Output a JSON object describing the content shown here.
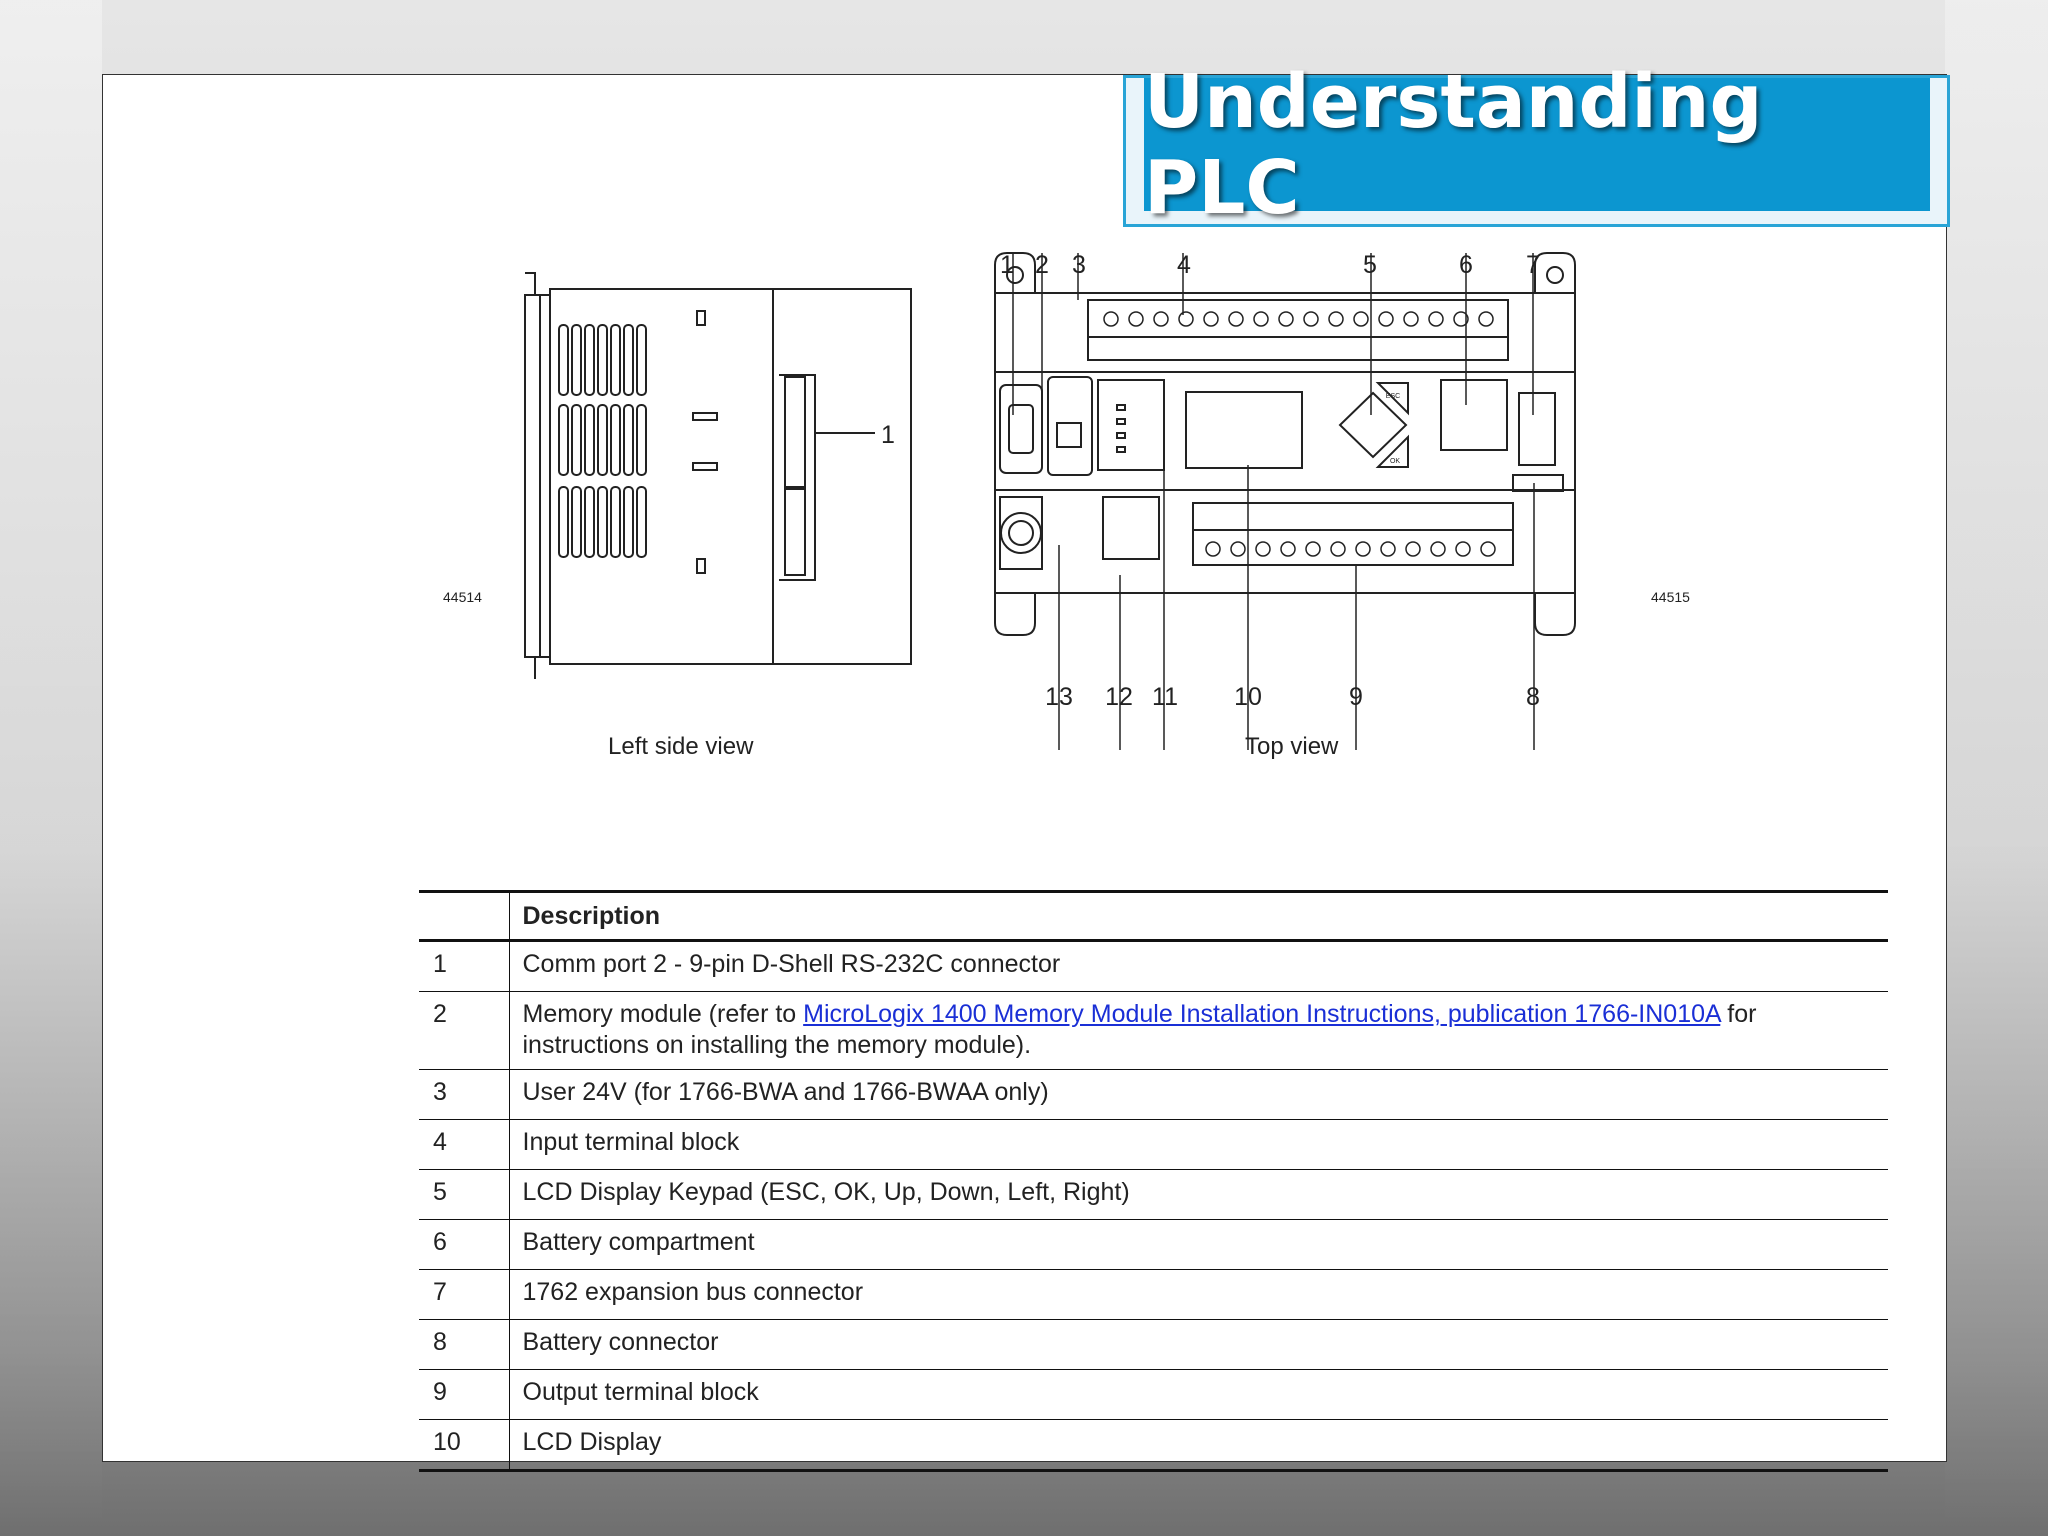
{
  "slide": {
    "title": "Understanding PLC"
  },
  "figures": {
    "left": {
      "caption": "Left side view",
      "figure_number": "44514",
      "callouts": [
        "1"
      ]
    },
    "top": {
      "caption": "Top view",
      "figure_number": "44515",
      "callouts_top": [
        "1",
        "2",
        "3",
        "4",
        "5",
        "6",
        "7"
      ],
      "callouts_bottom": [
        "13",
        "12",
        "11",
        "10",
        "9",
        "8"
      ],
      "keypad_labels": [
        "ESC",
        "OK"
      ]
    }
  },
  "table": {
    "headers": [
      "",
      "Description"
    ],
    "rows": [
      {
        "num": "1",
        "desc": "Comm port 2 - 9-pin D-Shell RS-232C connector"
      },
      {
        "num": "2",
        "desc_before": "Memory module (refer to ",
        "link": "MicroLogix 1400 Memory Module Installation Instructions, publication 1766-IN010A",
        "desc_after": " for instructions on installing the memory module)."
      },
      {
        "num": "3",
        "desc": "User 24V (for 1766-BWA and 1766-BWAA only)"
      },
      {
        "num": "4",
        "desc": "Input terminal block"
      },
      {
        "num": "5",
        "desc": "LCD Display Keypad (ESC, OK, Up, Down, Left, Right)"
      },
      {
        "num": "6",
        "desc": "Battery compartment"
      },
      {
        "num": "7",
        "desc": "1762 expansion bus connector"
      },
      {
        "num": "8",
        "desc": "Battery connector"
      },
      {
        "num": "9",
        "desc": "Output terminal block"
      },
      {
        "num": "10",
        "desc": "LCD Display"
      }
    ]
  },
  "colors": {
    "banner": "#0c96d0",
    "banner_border": "#29a4d6",
    "link": "#1a2fd6"
  }
}
